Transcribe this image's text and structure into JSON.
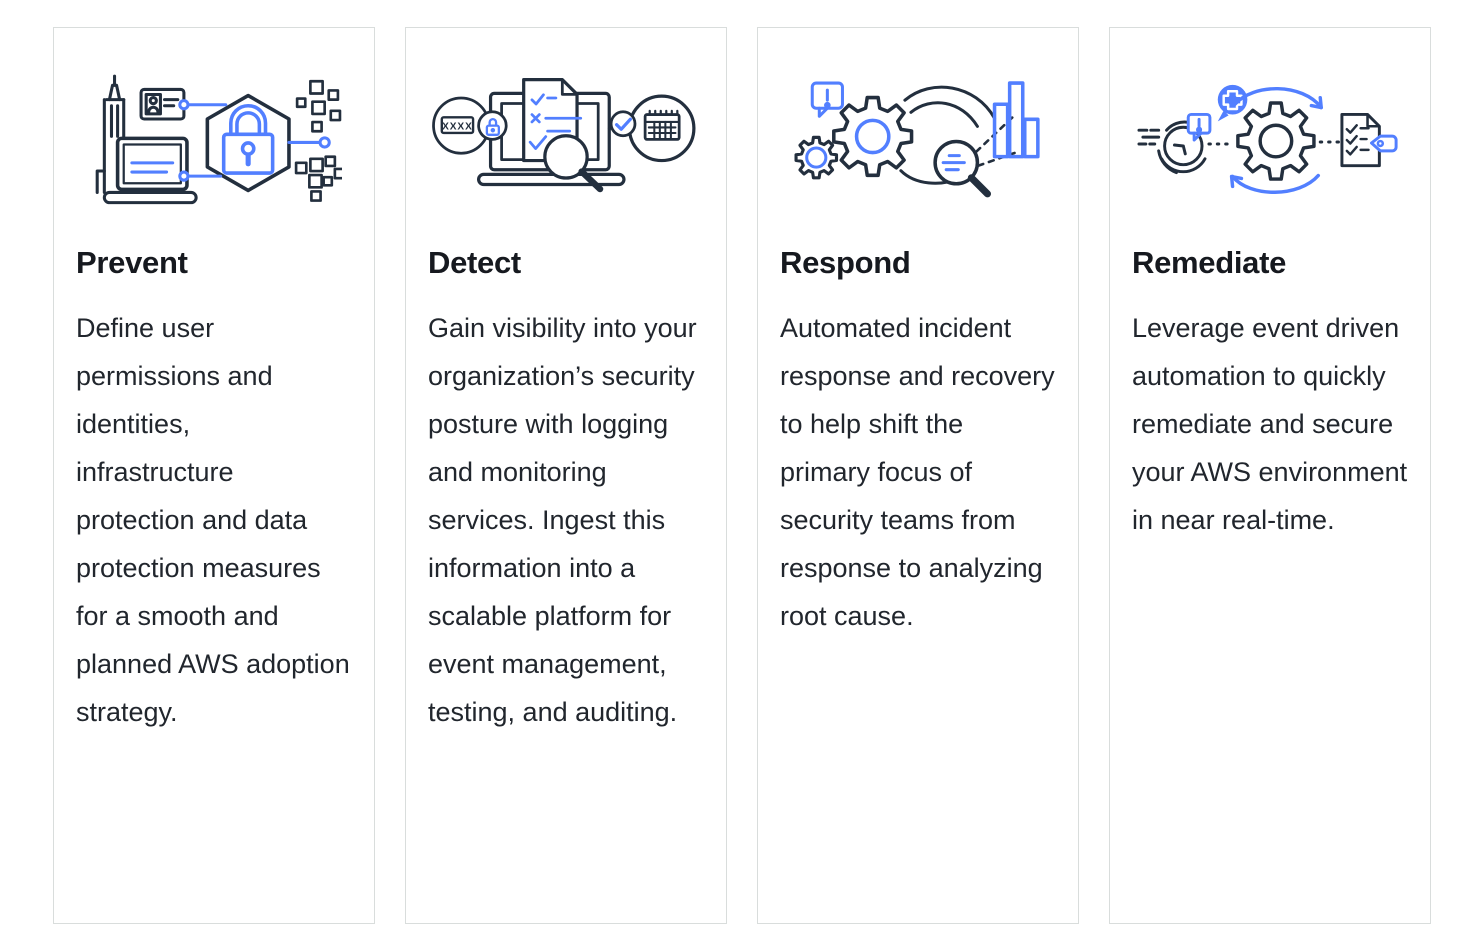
{
  "page": {
    "background": "#ffffff"
  },
  "colors": {
    "card_border": "#d9dddc",
    "heading_text": "#16191f",
    "body_text": "#21262d",
    "icon_dark": "#232f3e",
    "icon_blue": "#527fff"
  },
  "cards": [
    {
      "title": "Prevent",
      "description": "Define user permissions and identities, infrastructure protection and data protection measures for a smooth and planned AWS adoption strategy.",
      "icon": "prevent-illustration"
    },
    {
      "title": "Detect",
      "description": "Gain visibility into your organization’s security posture with logging and monitoring services. Ingest this information into a scalable platform for event management, testing, and auditing.",
      "icon": "detect-illustration",
      "password_text": "XXXX"
    },
    {
      "title": "Respond",
      "description": "Automated incident response and recovery to help shift the primary focus of security teams from response to analyzing root cause.",
      "icon": "respond-illustration"
    },
    {
      "title": "Remediate",
      "description": "Leverage event driven automation to quickly remediate and secure your AWS environment in near real-time.",
      "icon": "remediate-illustration"
    }
  ]
}
